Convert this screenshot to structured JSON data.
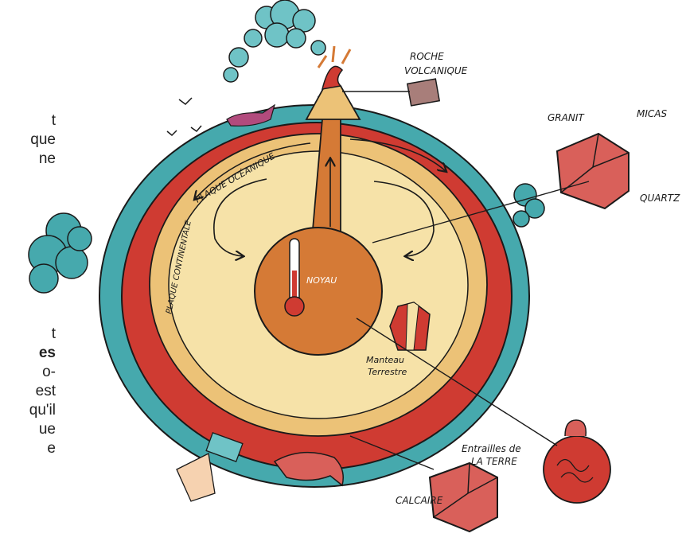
{
  "side_text": {
    "lines_top": [
      "t",
      "que",
      "ne"
    ],
    "lines_bottom": [
      "t",
      "es",
      "o-",
      "est",
      "qu'il",
      "ue",
      "e"
    ]
  },
  "labels": {
    "roche_volcanique_1": "ROCHE",
    "roche_volcanique_2": "VOLCANIQUE",
    "granit": "GRANIT",
    "micas": "MICAS",
    "quartz": "QUARTZ",
    "plaque_oceanique": "PLAQUE OCÉANIQUE",
    "plaque_continentale": "PLAQUE CONTINENTALE",
    "noyau": "NOYAU",
    "manteau_1": "Manteau",
    "manteau_2": "Terrestre",
    "entrailles_1": "Entrailles de",
    "entrailles_2": "LA TERRE",
    "calcaire": "CALCAIRE"
  },
  "colors": {
    "ocean": "#46a9ad",
    "crust": "#cf3b32",
    "mantle": "#f6e2a8",
    "mantle_edge": "#ecc277",
    "core": "#d57a36",
    "cloud": "#6fc3c6",
    "rock": "#d9605a",
    "outline": "#1a1a1a"
  }
}
